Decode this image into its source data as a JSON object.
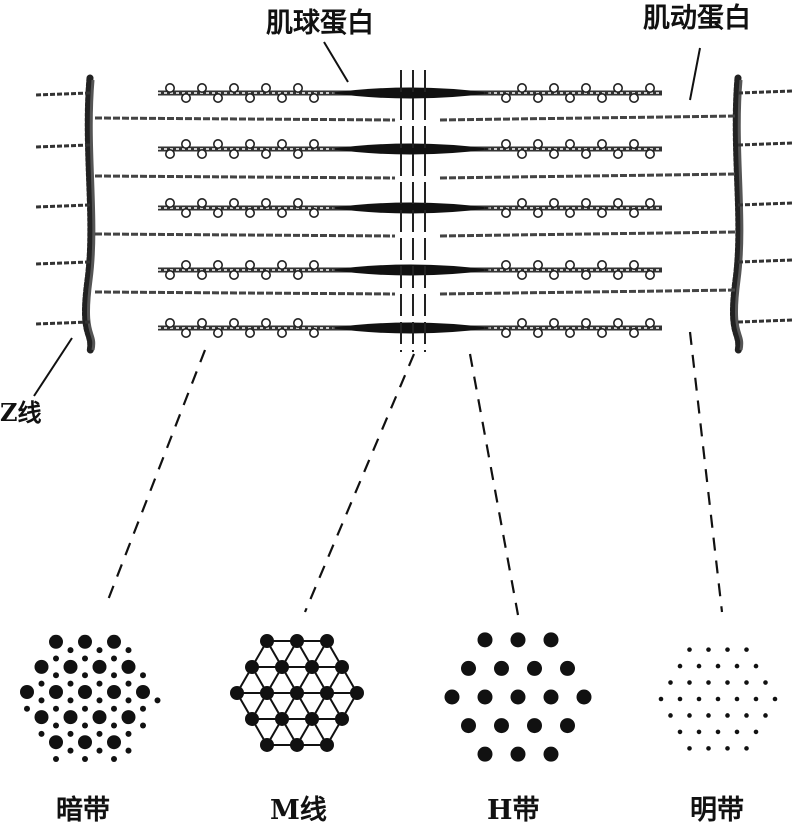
{
  "labels": {
    "myosin": "肌球蛋白",
    "actin": "肌动蛋白",
    "z_line": "Z线"
  },
  "cross_sections": [
    {
      "id": "dark-band",
      "label": "暗带",
      "pattern": "thick-and-thin"
    },
    {
      "id": "m-line",
      "label": "M线",
      "pattern": "thick-with-bridges"
    },
    {
      "id": "h-band",
      "label": "H带",
      "pattern": "thick-only"
    },
    {
      "id": "light-band",
      "label": "明带",
      "pattern": "thin-only"
    }
  ]
}
